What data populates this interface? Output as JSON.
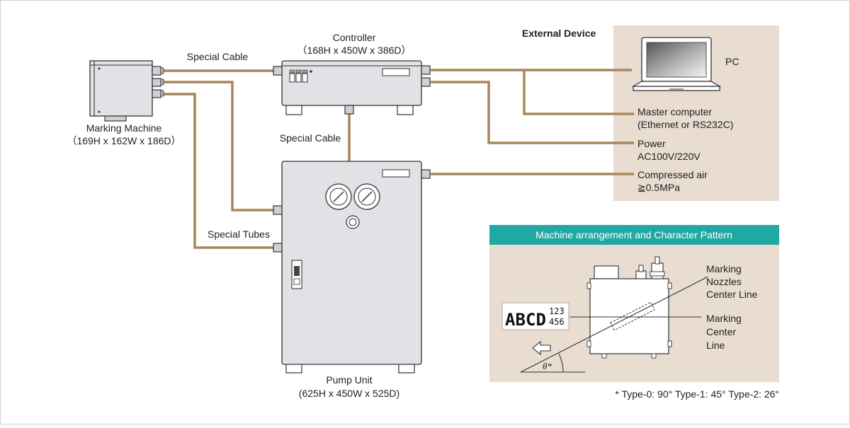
{
  "devices": {
    "marking_machine": {
      "name": "Marking Machine",
      "dims": "（169H x 162W x 186D）"
    },
    "controller": {
      "name": "Controller",
      "dims": "（168H x 450W x 386D）"
    },
    "pump_unit": {
      "name": "Pump Unit",
      "dims": "(625H x 450W x 525D)"
    }
  },
  "cables": {
    "special_cable_top": "Special Cable",
    "special_cable_mid": "Special Cable",
    "special_tubes": "Special Tubes"
  },
  "external": {
    "title": "External Device",
    "items": [
      {
        "line1": "PC",
        "line2": ""
      },
      {
        "line1": "Master computer",
        "line2": "(Ethernet or RS232C)"
      },
      {
        "line1": "Power",
        "line2": "AC100V/220V"
      },
      {
        "line1": "Compressed air",
        "line2": "≧0.5MPa"
      }
    ]
  },
  "arrangement": {
    "title": "Machine arrangement and Character Pattern",
    "sample_big": "ABCD",
    "sample_top": "123",
    "sample_bottom": "456",
    "nozzles_label": [
      "Marking",
      "Nozzles",
      "Center Line"
    ],
    "center_label": [
      "Marking",
      "Center",
      "Line"
    ],
    "theta": "θ*",
    "footnote": "* Type-0: 90° Type-1: 45° Type-2: 26°"
  },
  "colors": {
    "cable": "#a8865a",
    "panel": "#e8ddd0",
    "teal": "#22a8a2"
  }
}
